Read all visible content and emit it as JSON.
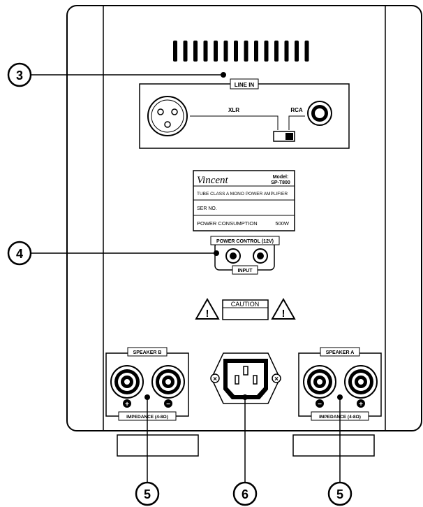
{
  "callouts": {
    "line_in": "3",
    "power_control": "4",
    "speaker_b": "5",
    "mains": "6",
    "speaker_a": "5"
  },
  "line_in": {
    "title": "LINE IN",
    "xlr": "XLR",
    "rca": "RCA"
  },
  "nameplate": {
    "brand": "Vincent",
    "model_label": "Model:",
    "model": "SP-T800",
    "description": "TUBE CLASS A MONO POWER AMPLIFIER",
    "serial_label": "SER NO.",
    "power_label": "POWER CONSUMPTION",
    "power_value": "500W"
  },
  "power_control": {
    "title": "POWER CONTROL (12V)",
    "input": "INPUT"
  },
  "caution": {
    "label": "CAUTION",
    "symbol": "!"
  },
  "speaker_b": {
    "title": "SPEAKER B",
    "plus": "+",
    "minus": "−",
    "impedance": "IMPEDANCE (4-8Ω)"
  },
  "speaker_a": {
    "title": "SPEAKER A",
    "plus": "+",
    "minus": "−",
    "impedance": "IMPEDANCE (4-8Ω)"
  },
  "mains": {
    "screw_left": "×",
    "screw_right": "×"
  }
}
